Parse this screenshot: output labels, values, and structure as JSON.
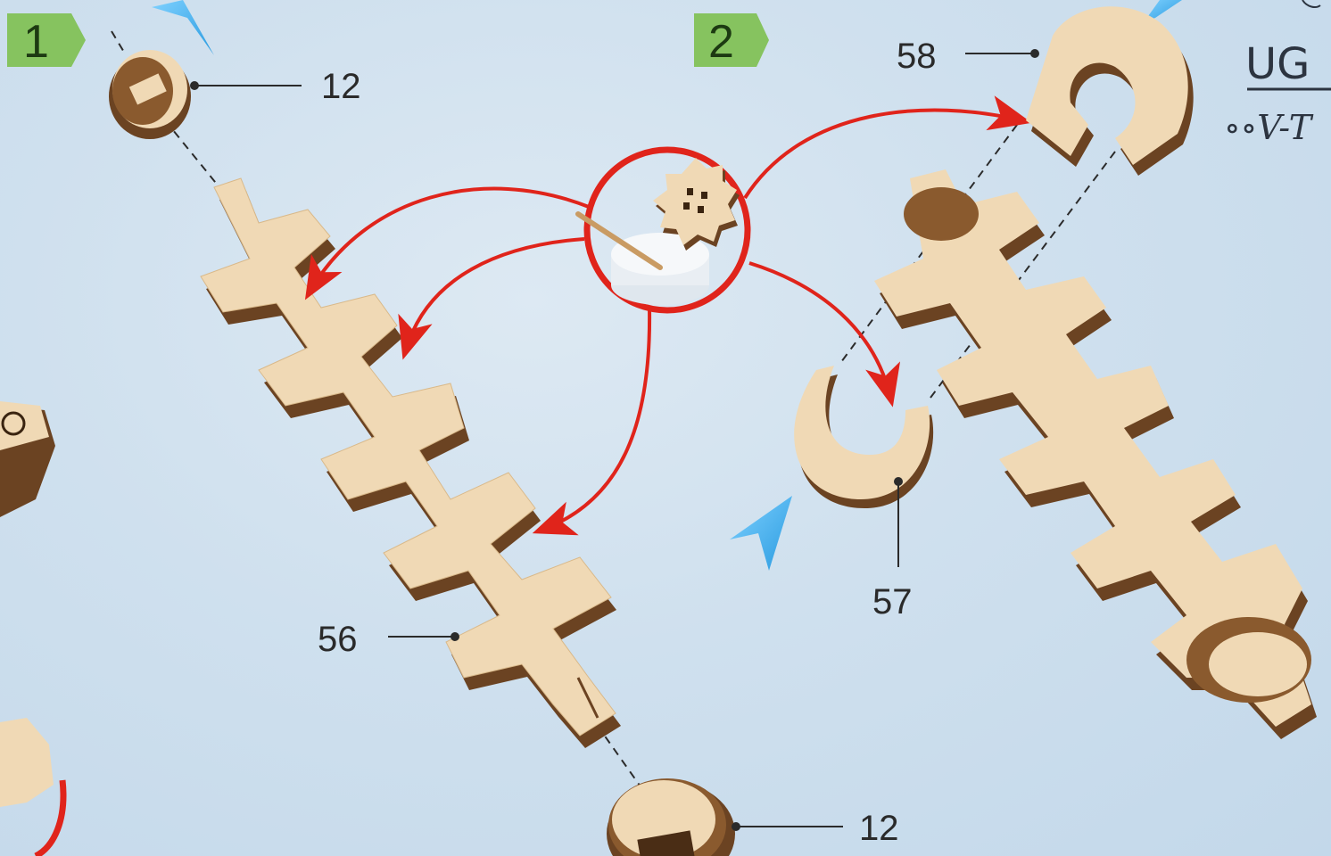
{
  "steps": [
    {
      "number": "1"
    },
    {
      "number": "2"
    }
  ],
  "callouts": {
    "part_12_top": "12",
    "part_56": "56",
    "part_58": "58",
    "part_57": "57",
    "part_12_bottom": "12"
  },
  "brand": {
    "logo_text": "UG",
    "subtext": "∘∘V-T"
  },
  "colors": {
    "step_badge": "#7fbf5a",
    "glue_arrow": "#e0241b",
    "direction_arrow": "#3aa7e6",
    "wood_face": "#f0d9b5",
    "wood_edge": "#6b4322",
    "background": "#cfe0ee"
  },
  "icons": {
    "glue_tool": "glue-dish-icon",
    "direction": "blue-arrow-icon"
  }
}
